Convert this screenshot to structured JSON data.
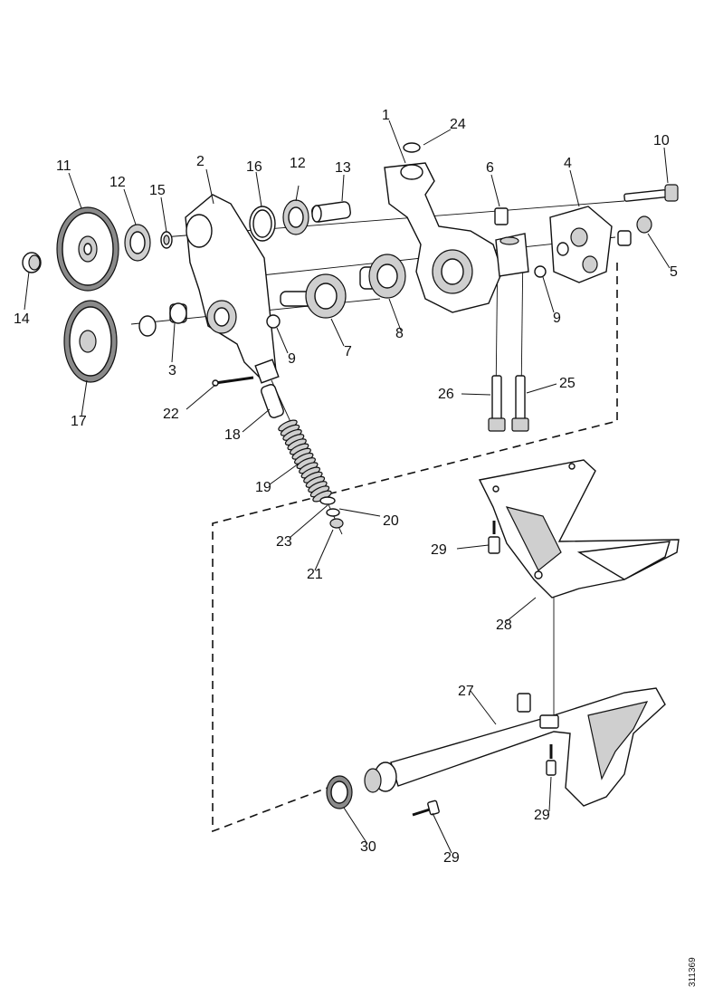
{
  "diagram": {
    "reference_id": "311369",
    "callouts": {
      "c1": "1",
      "c2": "2",
      "c3": "3",
      "c4": "4",
      "c5": "5",
      "c6": "6",
      "c7": "7",
      "c8": "8",
      "c9a": "9",
      "c9b": "9",
      "c10": "10",
      "c11": "11",
      "c12a": "12",
      "c12b": "12",
      "c13": "13",
      "c14": "14",
      "c15": "15",
      "c16": "16",
      "c17": "17",
      "c18": "18",
      "c19": "19",
      "c20": "20",
      "c21": "21",
      "c22": "22",
      "c23": "23",
      "c24": "24",
      "c25": "25",
      "c26": "26",
      "c27": "27",
      "c28": "28",
      "c29a": "29",
      "c29b": "29",
      "c29c": "29",
      "c30": "30"
    }
  }
}
